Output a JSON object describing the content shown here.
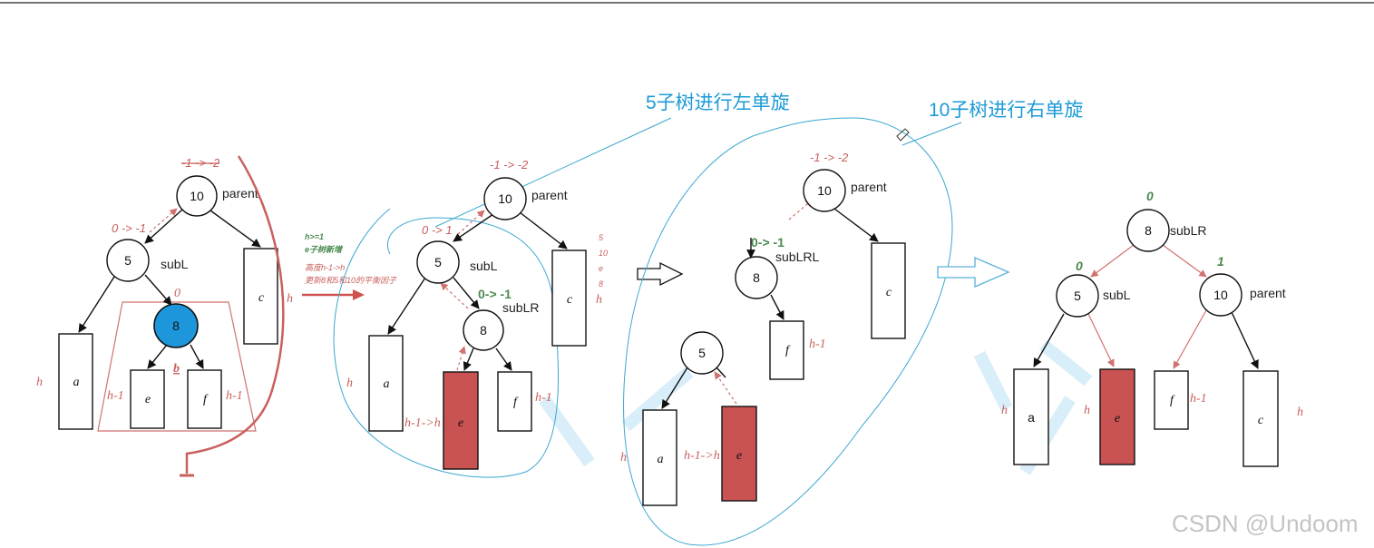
{
  "titles": {
    "left_rotation": "5子树进行左单旋",
    "right_rotation": "10子树进行右单旋"
  },
  "watermark": "CSDN @Undoom",
  "colors": {
    "highlight_node": "#1e96dc",
    "new_subtree": "#c85352",
    "annotation_red": "#c9605d",
    "annotation_green": "#4a8a4f",
    "title_blue": "#1c9ad6"
  },
  "step1": {
    "bf_parent": "-1 -> -2",
    "bf_subL": "0 -> -1",
    "node_parent": "10",
    "label_parent": "parent",
    "node_subL": "5",
    "label_subL": "subL",
    "node_subLR": "8",
    "bf_subLR": "0",
    "subtree_a": "a",
    "subtree_c": "c",
    "subtree_e": "e",
    "subtree_f": "f",
    "marker_b": "b",
    "h_a": "h",
    "h_c": "h",
    "h_e": "h-1",
    "h_f": "h-1"
  },
  "notes": {
    "line1": "h>=1",
    "line2": "e子树新增",
    "line3": "高度h-1->h",
    "line4": "更新8和5和10的平衡因子"
  },
  "step2": {
    "bf_parent": "-1 -> -2",
    "bf_subL": "0 -> 1",
    "bf_subLR": "0-> -1",
    "node_parent": "10",
    "label_parent": "parent",
    "node_subL": "5",
    "label_subL": "subL",
    "node_subLR": "8",
    "label_subLR": "subLR",
    "subtree_a": "a",
    "subtree_c": "c",
    "subtree_e": "e",
    "subtree_f": "f",
    "h_a": "h",
    "h_c": "h",
    "h_e": "h-1->h",
    "h_f": "h-1",
    "side_notes": [
      "5",
      "10",
      "e",
      "8"
    ]
  },
  "step3": {
    "bf_parent": "-1 -> -2",
    "bf_subLR": "0-> -1",
    "node_parent": "10",
    "label_parent": "parent",
    "node_subLR": "8",
    "label_subLR": "subLRL",
    "node_subL": "5",
    "subtree_a": "a",
    "subtree_c": "c",
    "subtree_e": "e",
    "subtree_f": "f",
    "h_a": "h",
    "h_e": "h-1->h",
    "h_f": "h-1"
  },
  "step4": {
    "bf_root": "0",
    "bf_left": "0",
    "bf_right": "1",
    "node_root": "8",
    "label_root": "subLR",
    "node_left": "5",
    "label_left": "subL",
    "node_right": "10",
    "label_right": "parent",
    "subtree_a": "a",
    "subtree_c": "c",
    "subtree_e": "e",
    "subtree_f": "f",
    "h_a": "h",
    "h_c": "h",
    "h_e": "h",
    "h_f": "h-1"
  }
}
